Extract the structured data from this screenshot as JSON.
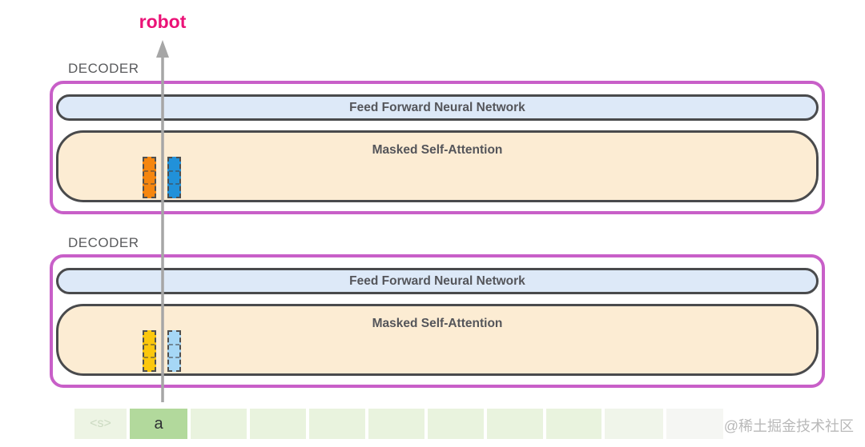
{
  "output": {
    "label": "robot",
    "color": "#eb1277"
  },
  "decoder_blocks": [
    {
      "label": "DECODER",
      "ffnn_label": "Feed Forward Neural Network",
      "attention_label": "Masked Self-Attention",
      "token_vectors": [
        {
          "name": "start-token-vector",
          "color": "#f5860f"
        },
        {
          "name": "a-token-vector",
          "color": "#2191d9"
        }
      ]
    },
    {
      "label": "DECODER",
      "ffnn_label": "Feed Forward Neural Network",
      "attention_label": "Masked Self-Attention",
      "token_vectors": [
        {
          "name": "start-token-vector",
          "color": "#fbc70d"
        },
        {
          "name": "a-token-vector",
          "color": "#a6d7f6"
        }
      ]
    }
  ],
  "input_tokens": {
    "cells": [
      {
        "label": "<s>"
      },
      {
        "label": "a"
      },
      {
        "label": ""
      },
      {
        "label": ""
      },
      {
        "label": ""
      },
      {
        "label": ""
      },
      {
        "label": ""
      },
      {
        "label": ""
      },
      {
        "label": ""
      },
      {
        "label": ""
      },
      {
        "label": ""
      }
    ]
  },
  "watermark": "@稀土掘金技术社区",
  "colors": {
    "output_word": "#eb1277",
    "decoder_border": "#c85fc8",
    "inner_border": "#494a4c",
    "ffnn_fill": "#dde9f8",
    "attention_fill": "#fcecd3",
    "layer_text": "#54555a",
    "arrow": "#a6a6a6",
    "token_current_bg": "#b2d99c",
    "token_bg": "#e9f3de"
  }
}
